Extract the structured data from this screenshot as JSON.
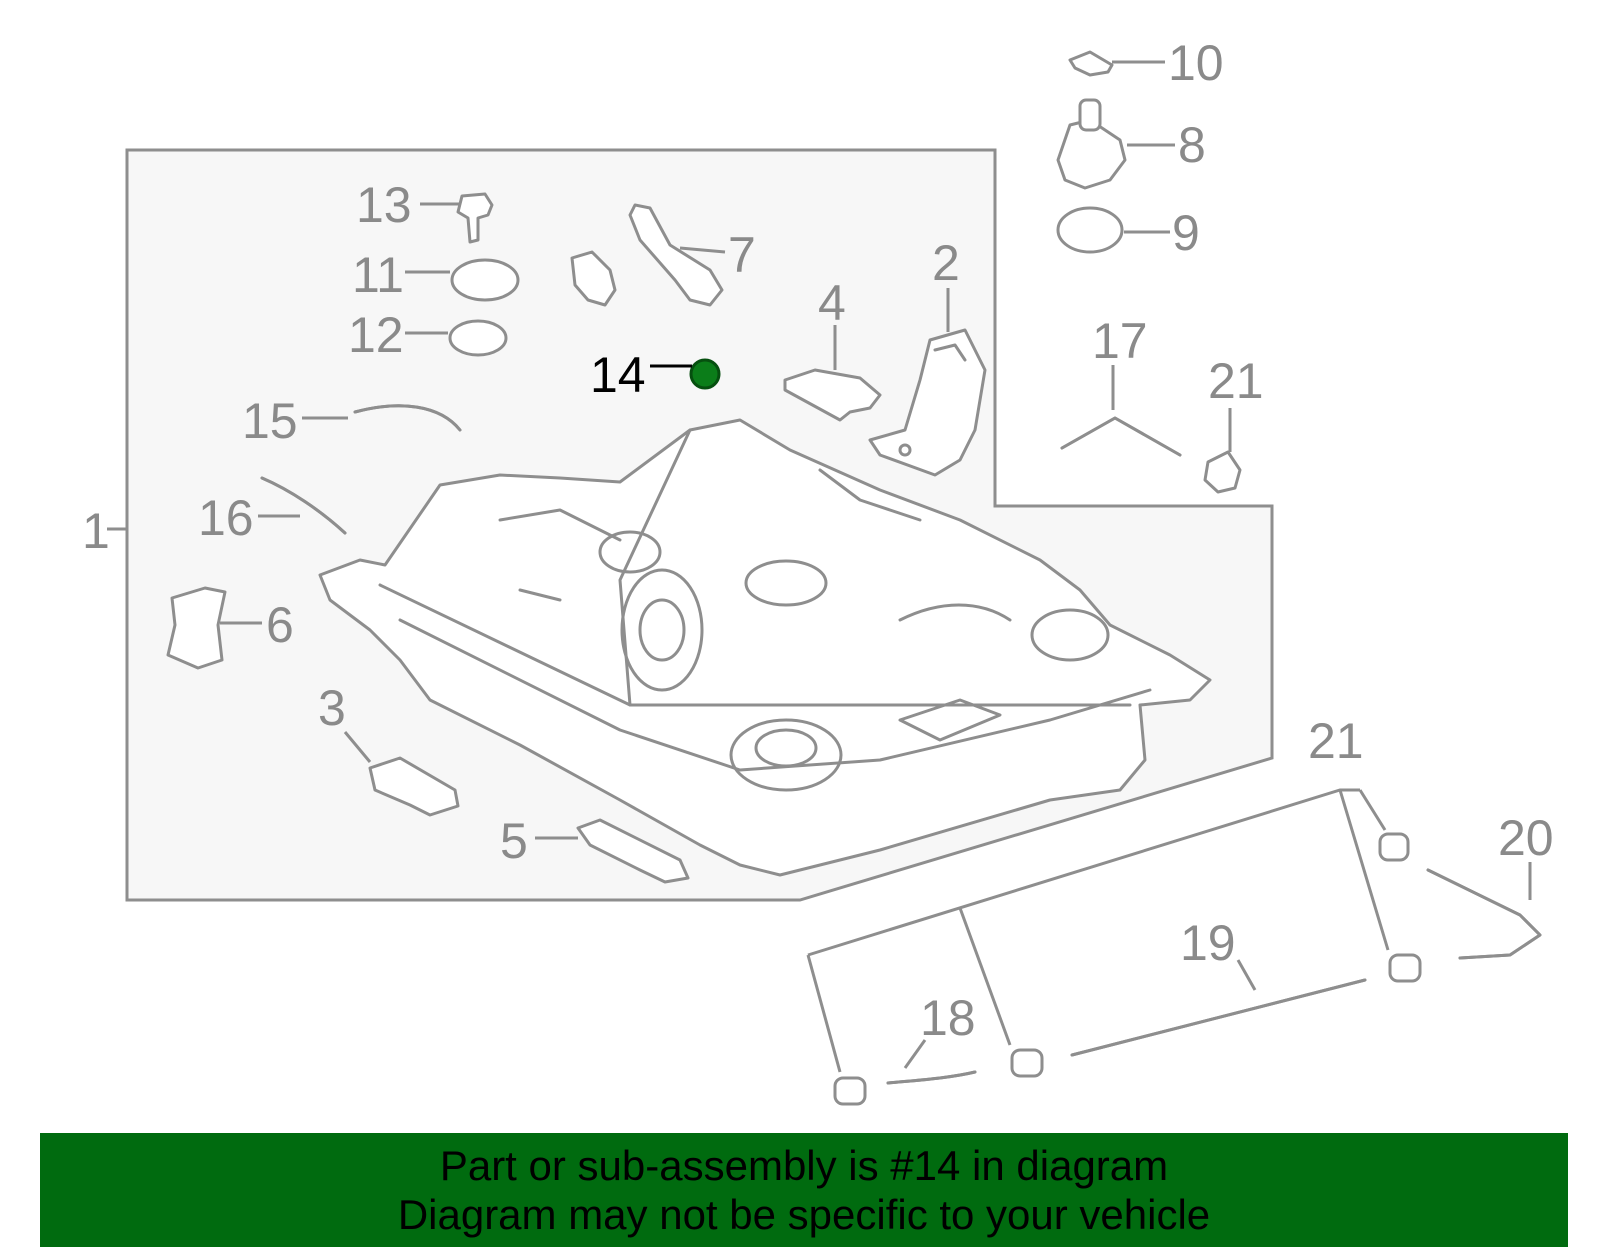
{
  "diagram": {
    "callouts": [
      "1",
      "2",
      "3",
      "4",
      "5",
      "6",
      "7",
      "8",
      "9",
      "10",
      "11",
      "12",
      "13",
      "14",
      "15",
      "16",
      "17",
      "18",
      "19",
      "20",
      "21",
      "21"
    ],
    "highlight_callout": "14",
    "highlight_color": "#0b7d19",
    "line_color": "#8e8e8e",
    "panel_fill": "#f7f7f7"
  },
  "banner": {
    "line1": "Part or sub-assembly is #14 in diagram",
    "line2": "Diagram may not be specific to your vehicle",
    "background": "#006b0f"
  }
}
